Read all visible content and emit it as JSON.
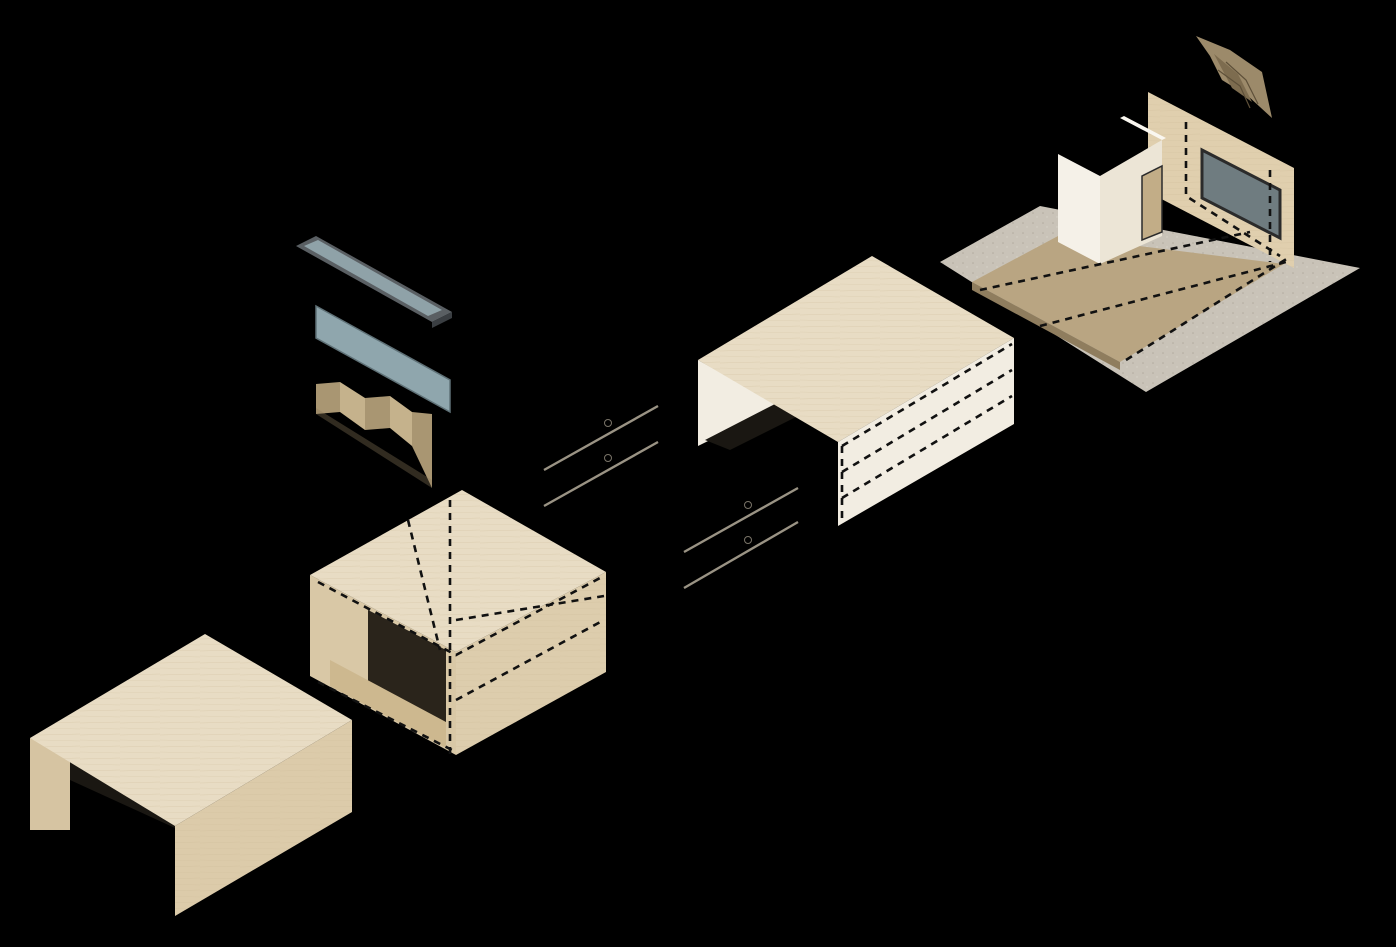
{
  "diagram": {
    "kind": "exploded axonometric assembly",
    "text_labels": [],
    "colors": {
      "background": "#000000",
      "timber_light": "#e8dcc4",
      "timber_mid": "#d9c8a8",
      "timber_dark": "#c7b38f",
      "plaster": "#f2ede2",
      "floor": "#b9a582",
      "paving": "#c9c3b8",
      "glass": "#8fa6ad",
      "frame": "#6e7378",
      "folded_panel": "#b5a27c",
      "rod": "#9a9384",
      "fan": "#9c8a6a"
    },
    "components": [
      "u-shell-bottom",
      "box-module",
      "window-frame",
      "glass-pane",
      "folded-panel",
      "connector-rods-upper",
      "connector-rods-lower",
      "u-shell-top",
      "assembled-room",
      "fan-fixture"
    ]
  }
}
